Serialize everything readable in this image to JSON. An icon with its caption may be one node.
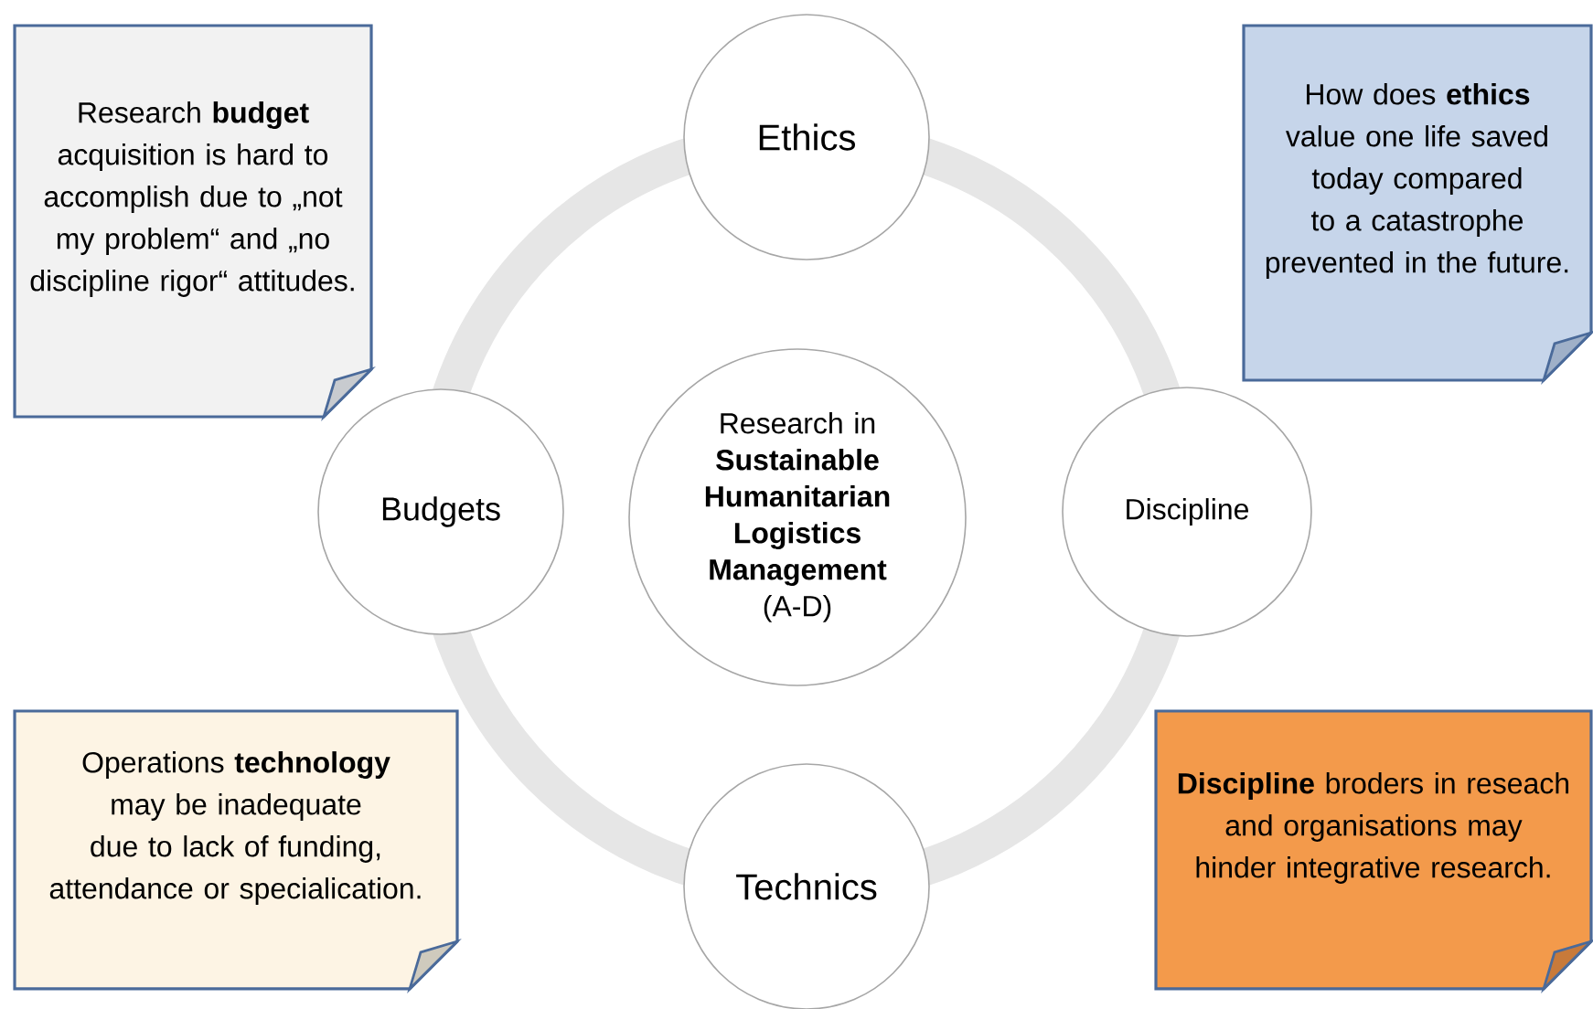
{
  "diagram": {
    "nodes": [
      {
        "text": [
          "Research **budget** acquisition is hard to accomplish due to „not my problem“ and „no discipline rigor“ attitudes."
        ]
      },
      {
        "text": [
          "Ethics"
        ]
      },
      {
        "text": [
          "How does **ethics** value one life saved today compared to a catastrophe prevented in the future."
        ]
      },
      {
        "text": [
          "Budgets"
        ]
      },
      {
        "text": [
          "Research in",
          "Sustainable Humanitarian Logistics Management",
          "(A-D)"
        ]
      },
      {
        "text": [
          "Discipline"
        ]
      },
      {
        "text": [
          "Operations **technology** may be inadequate due to lack of funding, attendance or  specialication."
        ]
      },
      {
        "text": [
          "Technics"
        ]
      },
      {
        "text": [
          "**Discipline** broders in reseach and organisations may hinder integrative research."
        ]
      }
    ]
  }
}
